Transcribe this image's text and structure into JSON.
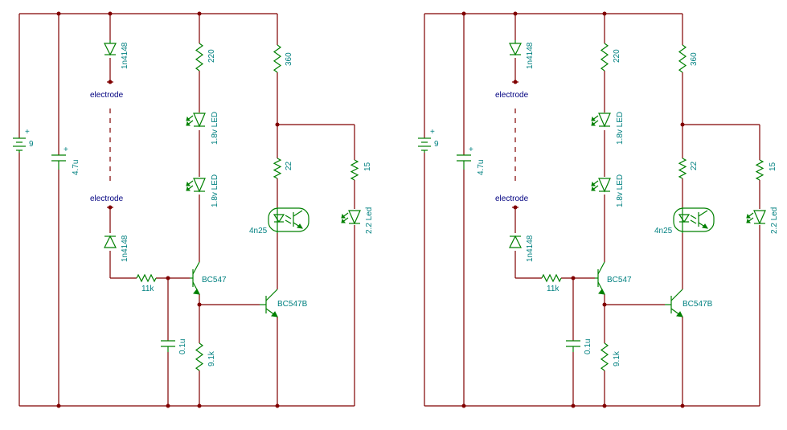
{
  "circuits": [
    {
      "battery": {
        "value": "9",
        "plus": "+"
      },
      "cap_main": {
        "value": "4.7u",
        "plus": "+"
      },
      "diode_top": {
        "value": "1n4148"
      },
      "diode_bot": {
        "value": "1n4148"
      },
      "electrode_top": {
        "label": "electrode"
      },
      "electrode_bot": {
        "label": "electrode"
      },
      "r_220": {
        "value": "220"
      },
      "r_360": {
        "value": "360"
      },
      "r_22": {
        "value": "22"
      },
      "r_15": {
        "value": "15"
      },
      "r_11k": {
        "value": "11k"
      },
      "r_91k": {
        "value": "9.1k"
      },
      "led_1": {
        "value": "1.8v LED"
      },
      "led_2": {
        "value": "1.8v LED"
      },
      "led_3": {
        "value": "2.2 Led"
      },
      "optocoupler": {
        "value": "4n25"
      },
      "q1": {
        "value": "BC547"
      },
      "q2": {
        "value": "BC547B"
      },
      "c_01u": {
        "value": "0.1u"
      }
    },
    {
      "battery": {
        "value": "9",
        "plus": "+"
      },
      "cap_main": {
        "value": "4.7u",
        "plus": "+"
      },
      "diode_top": {
        "value": "1n4148"
      },
      "diode_bot": {
        "value": "1n4148"
      },
      "electrode_top": {
        "label": "electrode"
      },
      "electrode_bot": {
        "label": "electrode"
      },
      "r_220": {
        "value": "220"
      },
      "r_360": {
        "value": "360"
      },
      "r_22": {
        "value": "22"
      },
      "r_15": {
        "value": "15"
      },
      "r_11k": {
        "value": "11k"
      },
      "r_91k": {
        "value": "9.1k"
      },
      "led_1": {
        "value": "1.8v LED"
      },
      "led_2": {
        "value": "1.8v LED"
      },
      "led_3": {
        "value": "2.2 Led"
      },
      "optocoupler": {
        "value": "4n25"
      },
      "q1": {
        "value": "BC547"
      },
      "q2": {
        "value": "BC547B"
      },
      "c_01u": {
        "value": "0.1u"
      }
    }
  ],
  "colors": {
    "wire": "#800000",
    "component": "#008000",
    "label": "#008080",
    "net_label": "#000080"
  }
}
